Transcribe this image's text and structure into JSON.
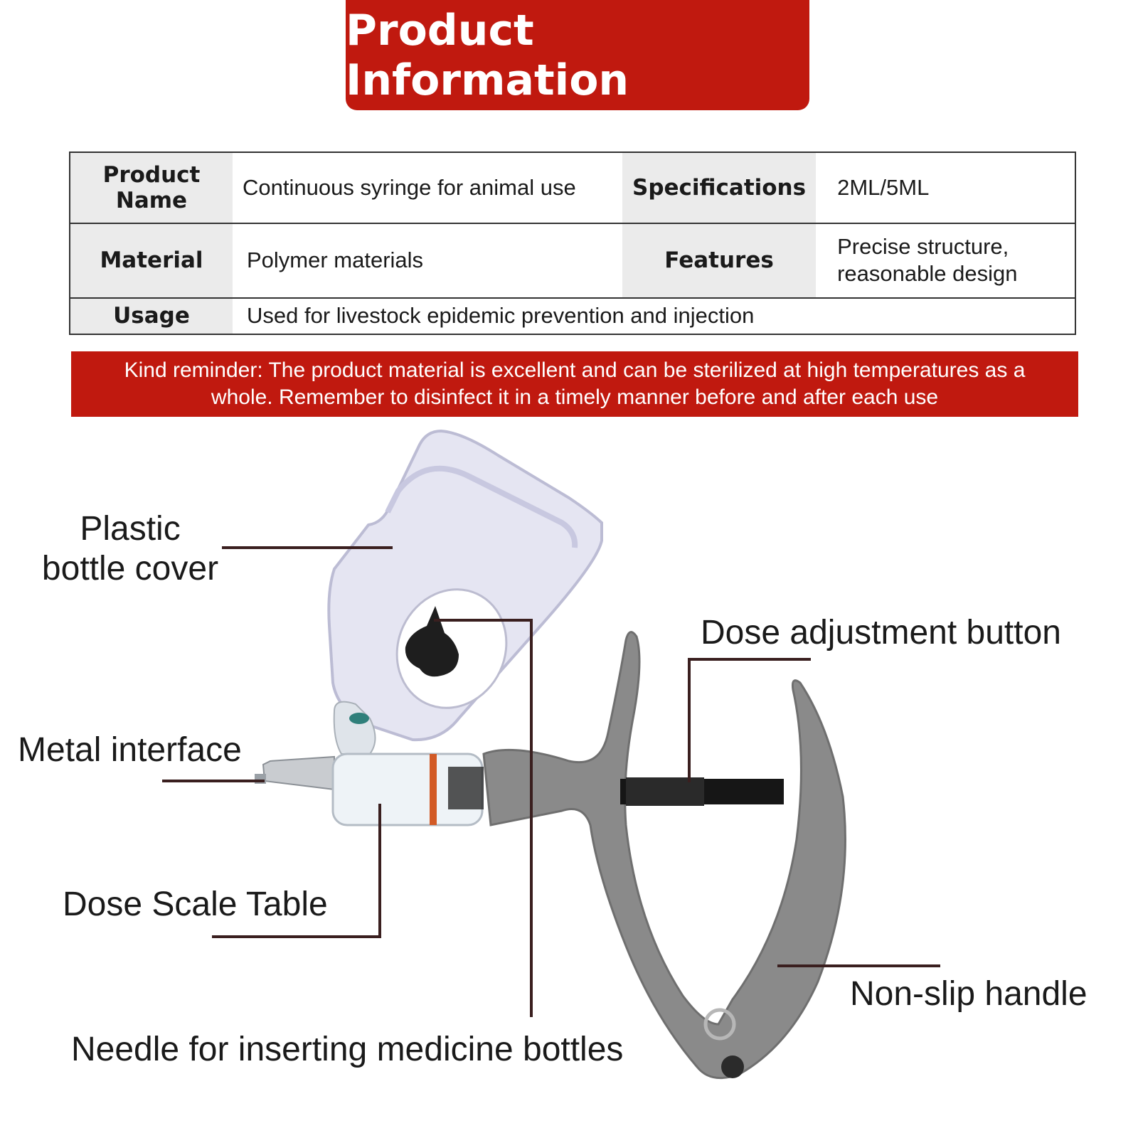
{
  "banner_title": "Product Information",
  "table": {
    "rows": [
      [
        {
          "label": "Product Name",
          "value": "Continuous syringe for animal use"
        },
        {
          "label": "Specifications",
          "value": "2ML/5ML"
        }
      ],
      [
        {
          "label": "Material",
          "value": "Polymer materials"
        },
        {
          "label": "Features",
          "value": "Precise structure, reasonable design"
        }
      ],
      [
        {
          "label": "Usage",
          "value": "Used for livestock epidemic prevention and injection"
        }
      ]
    ]
  },
  "reminder": "Kind reminder: The product material is excellent and can be sterilized at high temperatures as a whole. Remember to disinfect it in a timely manner before and after each use",
  "callouts": {
    "bottle_cover": "Plastic bottle cover",
    "dose_adjustment": "Dose adjustment button",
    "metal_interface": "Metal interface",
    "dose_scale": "Dose Scale Table",
    "non_slip": "Non-slip handle",
    "needle": "Needle for inserting medicine bottles"
  },
  "colors": {
    "accent_red": "#c0190f",
    "label_bg": "#ebebeb",
    "handle_gray": "#8a8a8a"
  }
}
